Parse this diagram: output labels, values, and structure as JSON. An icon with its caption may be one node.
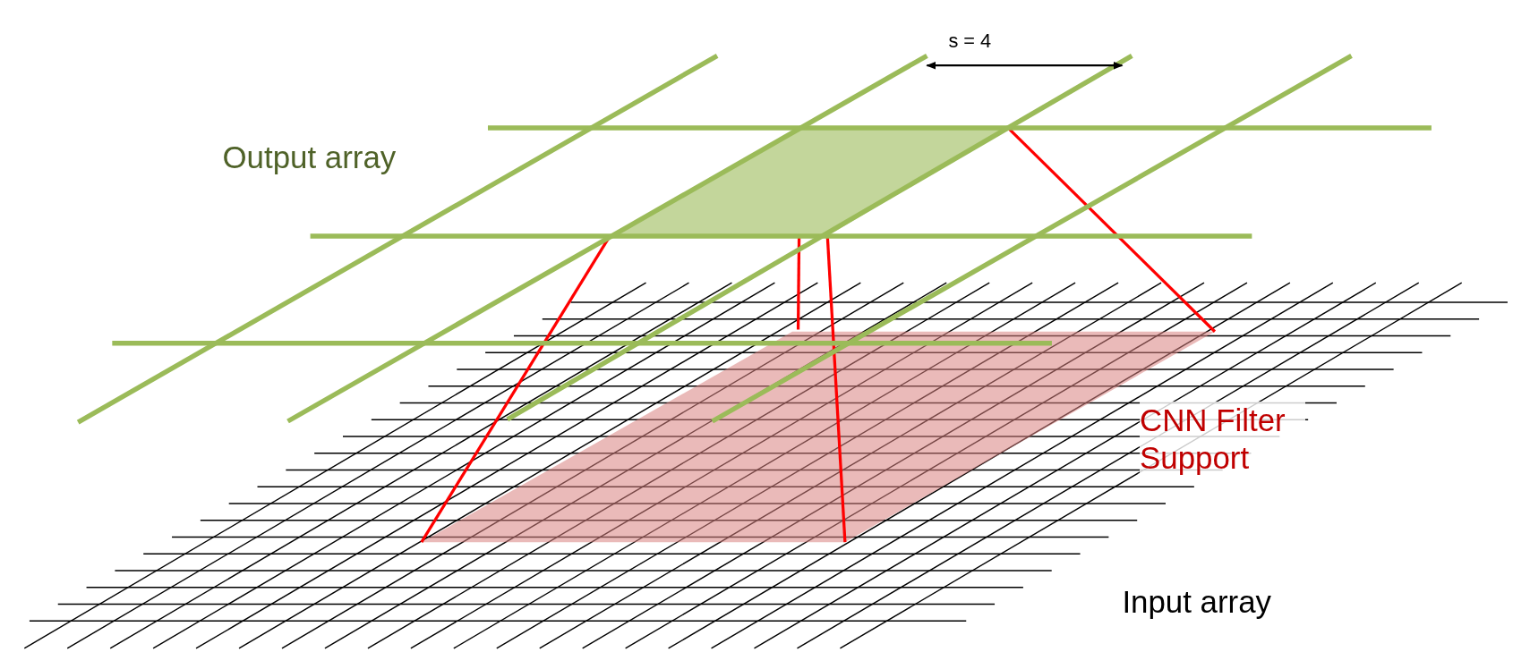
{
  "diagram": {
    "labels": [
      "s = 4",
      "Output array",
      "CNN Filter Support",
      "Input array"
    ]
  }
}
